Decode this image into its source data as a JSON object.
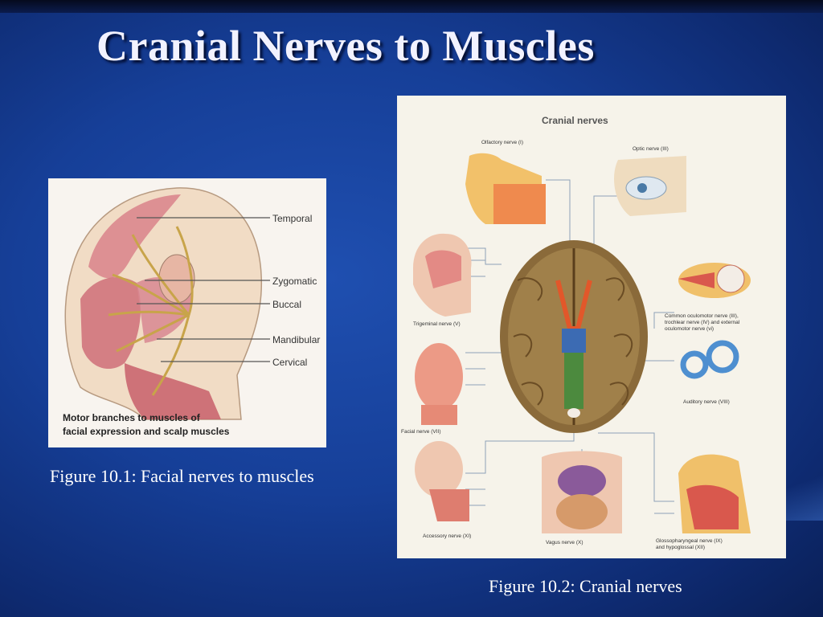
{
  "slide": {
    "title": "Cranial Nerves to Muscles"
  },
  "figure1": {
    "caption": "Figure 10.1: Facial nerves to muscles",
    "labels": {
      "temporal": "Temporal",
      "zygomatic": "Zygomatic",
      "buccal": "Buccal",
      "mandibular": "Mandibular",
      "cervical": "Cervical"
    },
    "note_line1": "Motor branches to muscles of",
    "note_line2": "facial expression and scalp muscles"
  },
  "figure2": {
    "caption": "Figure 10.2: Cranial nerves",
    "heading": "Cranial nerves",
    "labels": {
      "olfactory": "Olfactory nerve (I)",
      "optic": "Optic nerve (III)",
      "trigeminal": "Trigeminal nerve (V)",
      "oculomotor_1": "Common oculomotor nerve (III),",
      "oculomotor_2": "trochlear nerve (IV) and external",
      "oculomotor_3": "oculomotor nerve (vi)",
      "auditory": "Auditory nerve (VIII)",
      "facial": "Facial nerve (VII)",
      "accessory": "Accessory nerve (XI)",
      "vagus": "Vagus nerve (X)",
      "glosso_1": "Glossopharyngeal nerve (IX)",
      "glosso_2": "and hypoglossal (XII)"
    }
  }
}
